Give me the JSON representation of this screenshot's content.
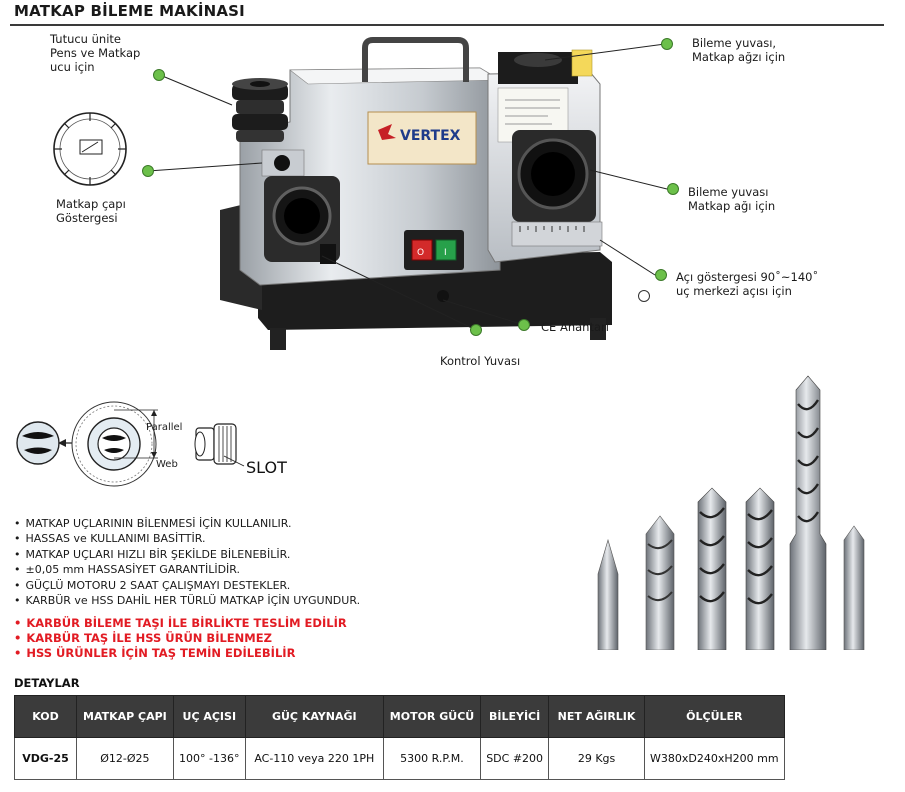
{
  "page": {
    "title": "MATKAP BİLEME MAKİNASI"
  },
  "callouts": {
    "holder": [
      "Tutucu ünite",
      "Pens ve Matkap",
      "ucu için"
    ],
    "gauge": [
      "Matkap çapı",
      "Göstergesi"
    ],
    "grinding_tip": [
      "Bileme yuvası,",
      "Matkap ağzı için"
    ],
    "grinding_edge": [
      "Bileme yuvası",
      "Matkap ağı için"
    ],
    "angle": [
      "Açı göstergesi 90˚~140˚",
      "uç merkezi açısı için"
    ],
    "switch": "CE Anahtarı",
    "control": "Kontrol Yuvası"
  },
  "brand": "VERTEX",
  "diagram": {
    "parallel": "Parallel",
    "web": "Web",
    "slot": "SLOT"
  },
  "features": [
    "MATKAP UÇLARININ BİLENMESİ İÇİN KULLANILIR.",
    "HASSAS ve KULLANIMI BASİTTİR.",
    "MATKAP UÇLARI HIZLI BİR ŞEKİLDE BİLENEBİLİR.",
    "±0,05 mm HASSASİYET GARANTİLİDİR.",
    "GÜÇLÜ MOTORU 2 SAAT ÇALIŞMAYI DESTEKLER.",
    "KARBÜR ve HSS DAHİL HER TÜRLÜ MATKAP İÇİN UYGUNDUR."
  ],
  "notes": [
    "KARBÜR BİLEME TAŞI İLE BİRLİKTE TESLİM EDİLİR",
    "KARBÜR TAŞ İLE HSS ÜRÜN BİLENMEZ",
    "HSS ÜRÜNLER İÇİN TAŞ TEMİN EDİLEBİLİR"
  ],
  "details": {
    "heading": "DETAYLAR",
    "headers": [
      "KOD",
      "MATKAP ÇAPI",
      "UÇ AÇISI",
      "GÜÇ KAYNAĞI",
      "MOTOR GÜCÜ",
      "BİLEYİCİ",
      "NET AĞIRLIK",
      "ÖLÇÜLER"
    ],
    "rows": [
      [
        "VDG-25",
        "Ø12-Ø25",
        "100° -136°",
        "AC-110 veya 220 1PH",
        "5300 R.P.M.",
        "SDC #200",
        "29 Kgs",
        "W380xD240xH200 mm"
      ]
    ]
  },
  "colors": {
    "accent_green": "#6cc04a",
    "note_red": "#e21b23",
    "table_header": "#3b3b3b"
  }
}
